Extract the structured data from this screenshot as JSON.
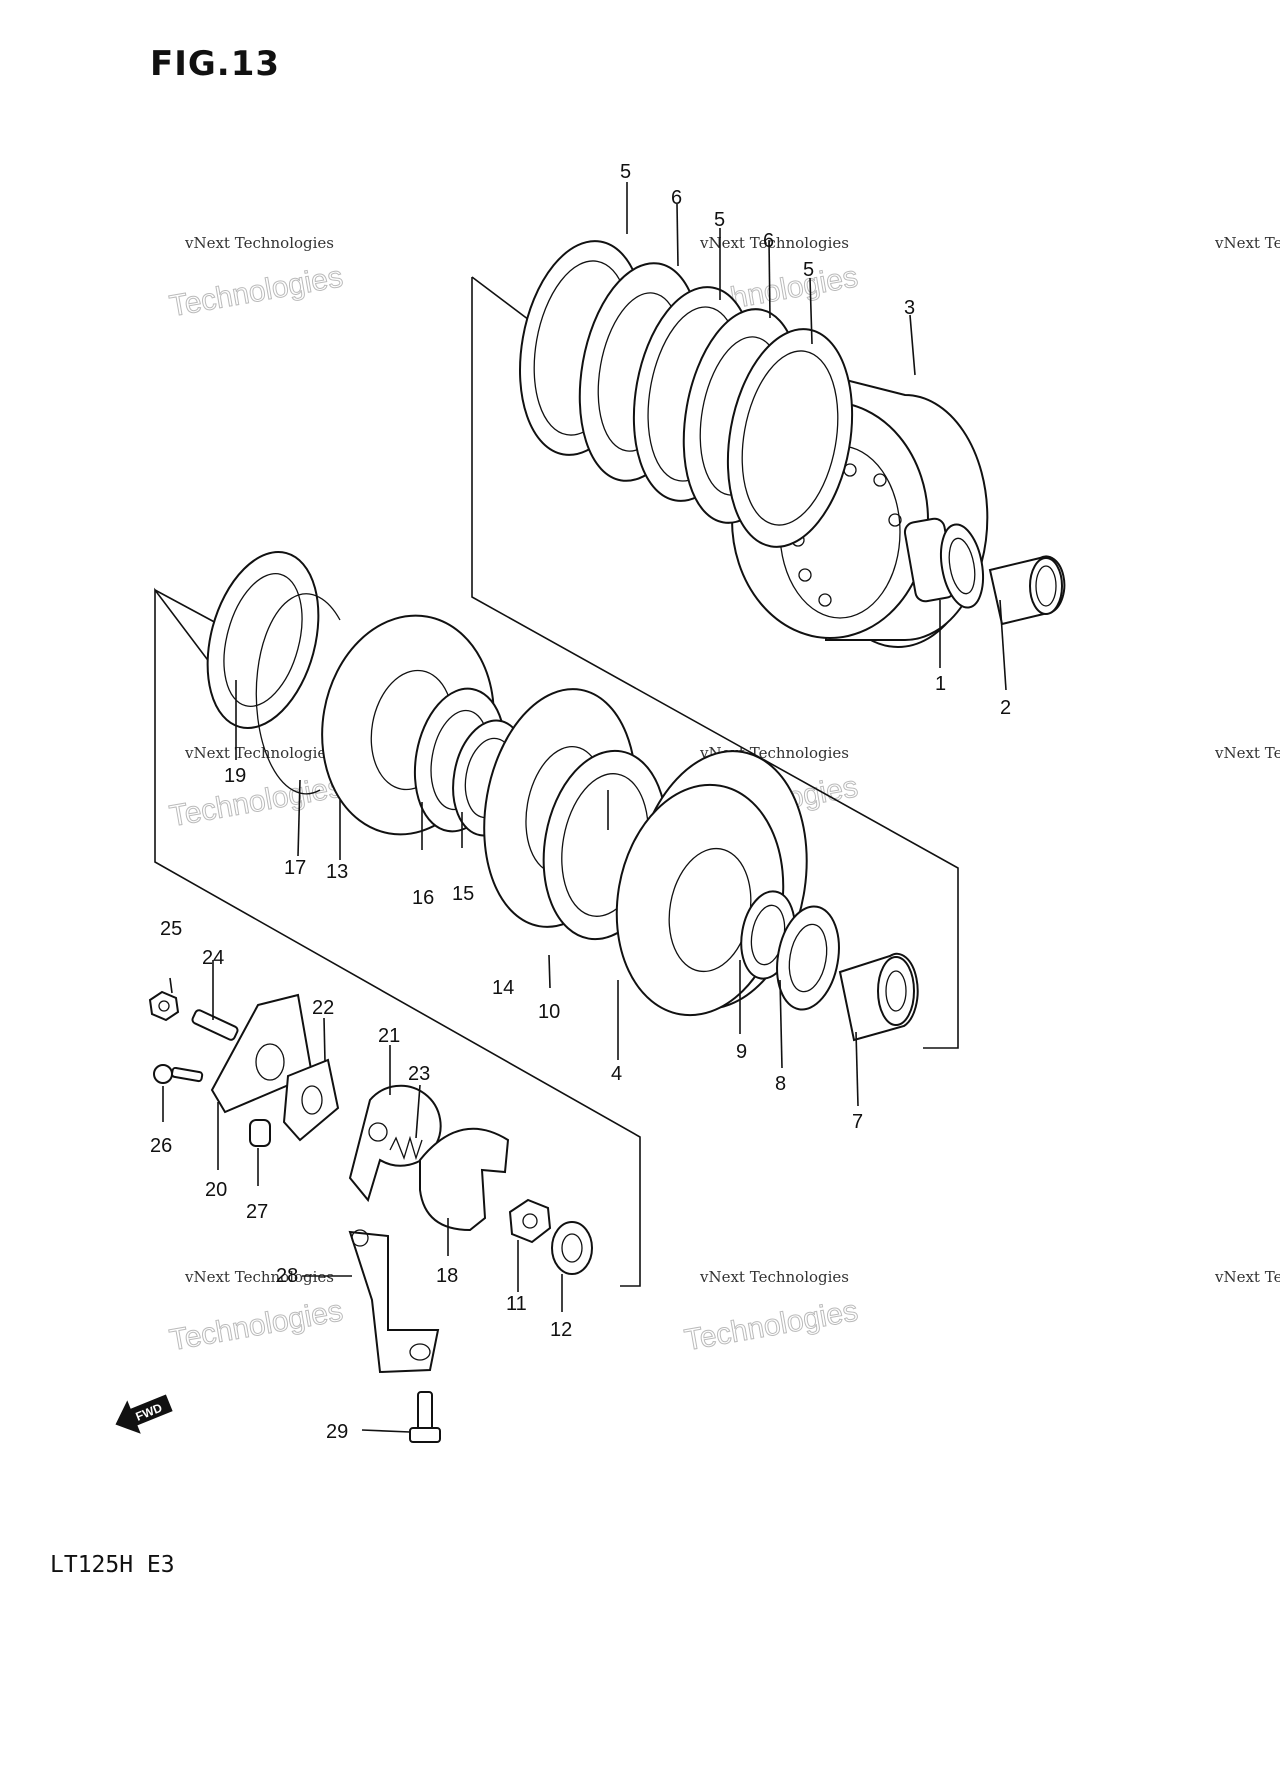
{
  "figure_title": "FIG.13",
  "model_code": "LT125H E3",
  "fwd_arrow_label": "FWD",
  "watermark": {
    "line1": "vNext Technologies",
    "line2": "Technologies",
    "line3": "vNext"
  },
  "callouts": {
    "p1": "1",
    "p2": "2",
    "p3": "3",
    "p4": "4",
    "p5a": "5",
    "p5b": "5",
    "p5c": "5",
    "p6a": "6",
    "p6b": "6",
    "p7": "7",
    "p8": "8",
    "p9": "9",
    "p10": "10",
    "p11": "11",
    "p12": "12",
    "p13": "13",
    "p14": "14",
    "p15": "15",
    "p16": "16",
    "p17": "17",
    "p18": "18",
    "p19": "19",
    "p20": "20",
    "p21": "21",
    "p22": "22",
    "p23": "23",
    "p24": "24",
    "p25": "25",
    "p26": "26",
    "p27": "27",
    "p28": "28",
    "p29": "29"
  },
  "icons": [
    "fwd-arrow-icon"
  ]
}
